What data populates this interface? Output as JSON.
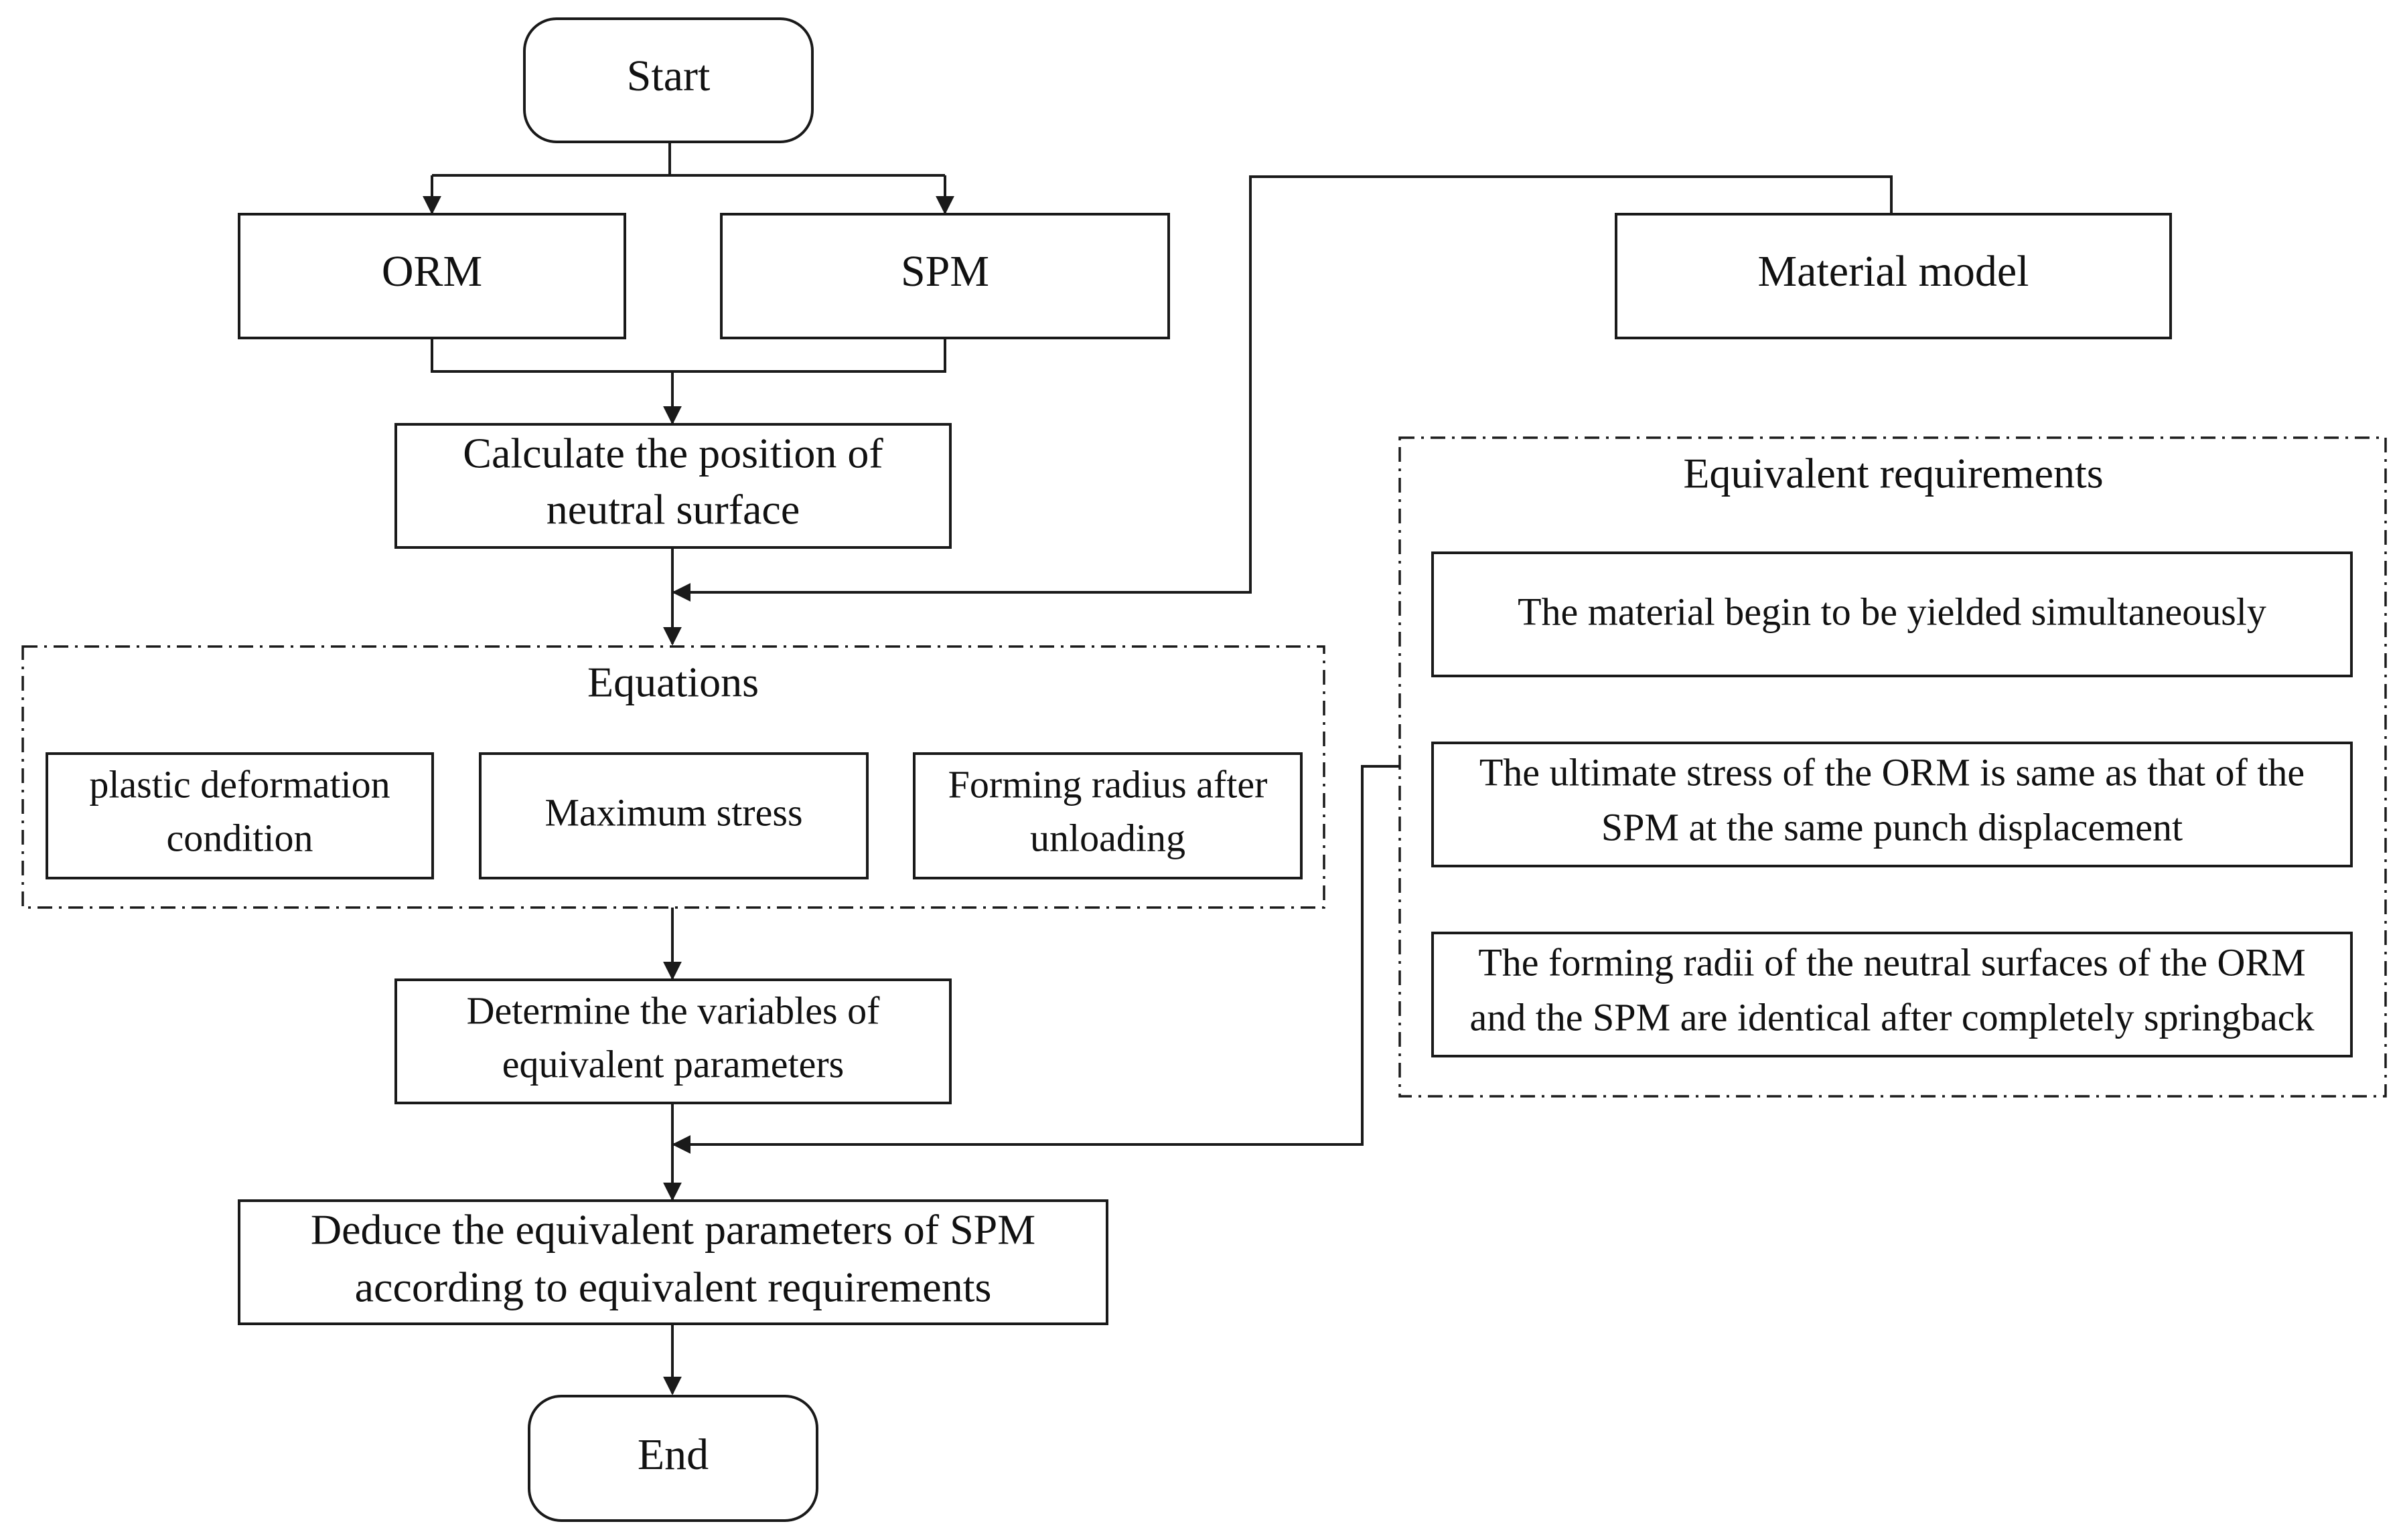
{
  "nodes": {
    "start": "Start",
    "orm": "ORM",
    "spm": "SPM",
    "material_model": "Material model",
    "calc_line1": "Calculate the position of",
    "calc_line2": "neutral surface",
    "equations_title": "Equations",
    "plastic_line1": "plastic deformation",
    "plastic_line2": "condition",
    "max_stress": "Maximum stress",
    "forming_line1": "Forming radius after",
    "forming_line2": "unloading",
    "determine_line1": "Determine the variables of",
    "determine_line2": "equivalent parameters",
    "deduce_line1": "Deduce the equivalent parameters of SPM",
    "deduce_line2": "according to equivalent requirements",
    "end": "End"
  },
  "requirements": {
    "title": "Equivalent requirements",
    "req1": "The material begin to be yielded simultaneously",
    "req2_line1": "The ultimate stress of the ORM is same as that of the",
    "req2_line2": "SPM at the same punch displacement",
    "req3_line1": "The forming radii of the neutral surfaces of the ORM",
    "req3_line2": "and the SPM are identical after completely springback"
  }
}
